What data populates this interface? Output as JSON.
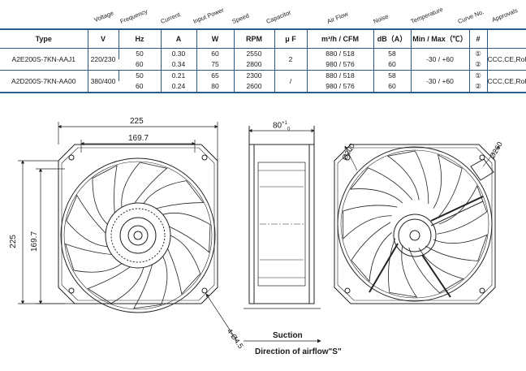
{
  "columns": [
    {
      "key": "type",
      "header": "",
      "unit": "Type"
    },
    {
      "key": "voltage",
      "header": "Voltage",
      "unit": "V"
    },
    {
      "key": "frequency",
      "header": "Frequency",
      "unit": "Hz"
    },
    {
      "key": "current",
      "header": "Current",
      "unit": "A"
    },
    {
      "key": "power",
      "header": "Input Power",
      "unit": "W"
    },
    {
      "key": "speed",
      "header": "Speed",
      "unit": "RPM"
    },
    {
      "key": "capacitor",
      "header": "Capacitor",
      "unit": "μ F"
    },
    {
      "key": "airflow",
      "header": "Air Flow",
      "unit": "m³/h  /  CFM"
    },
    {
      "key": "noise",
      "header": "Noise",
      "unit": "dB（A）"
    },
    {
      "key": "temperature",
      "header": "Temperature",
      "unit": "Min / Max（℃）"
    },
    {
      "key": "curve",
      "header": "Curve No.",
      "unit": "#"
    },
    {
      "key": "approvals",
      "header": "Approvals",
      "unit": ""
    }
  ],
  "models": [
    {
      "type": "A2E200S-7KN-AAJ1",
      "voltage": "220/230",
      "capacitor": "2",
      "temperature": "-30 / +60",
      "approvals": "CCC,CE,RoHS",
      "rows": [
        {
          "hz": "50",
          "a": "0.30",
          "w": "60",
          "rpm": "2550",
          "air": "880  /  518",
          "db": "58",
          "curve": "①"
        },
        {
          "hz": "60",
          "a": "0.34",
          "w": "75",
          "rpm": "2800",
          "air": "980  /  576",
          "db": "60",
          "curve": "②"
        }
      ]
    },
    {
      "type": "A2D200S-7KN-AA00",
      "voltage": "380/400",
      "capacitor": "/",
      "temperature": "-30 / +60",
      "approvals": "CCC,CE,RoHS",
      "rows": [
        {
          "hz": "50",
          "a": "0.21",
          "w": "65",
          "rpm": "2300",
          "air": "880  /  518",
          "db": "58",
          "curve": "①"
        },
        {
          "hz": "60",
          "a": "0.24",
          "w": "80",
          "rpm": "2600",
          "air": "980  /  576",
          "db": "60",
          "curve": "②"
        }
      ]
    }
  ],
  "drawing": {
    "dim_width": "225",
    "dim_inner": "169.7",
    "dim_height": "225",
    "dim_inner_v": "169.7",
    "dim_depth": "80",
    "dim_depth_tol": "+1",
    "dim_depth_tol2": "0",
    "dim_hole": "4-Ø4.5",
    "dim_dia1": "Ø200",
    "dim_dia2": "Ø260",
    "suction": "Suction",
    "airflow_dir": "Direction of airflow\"S\""
  }
}
